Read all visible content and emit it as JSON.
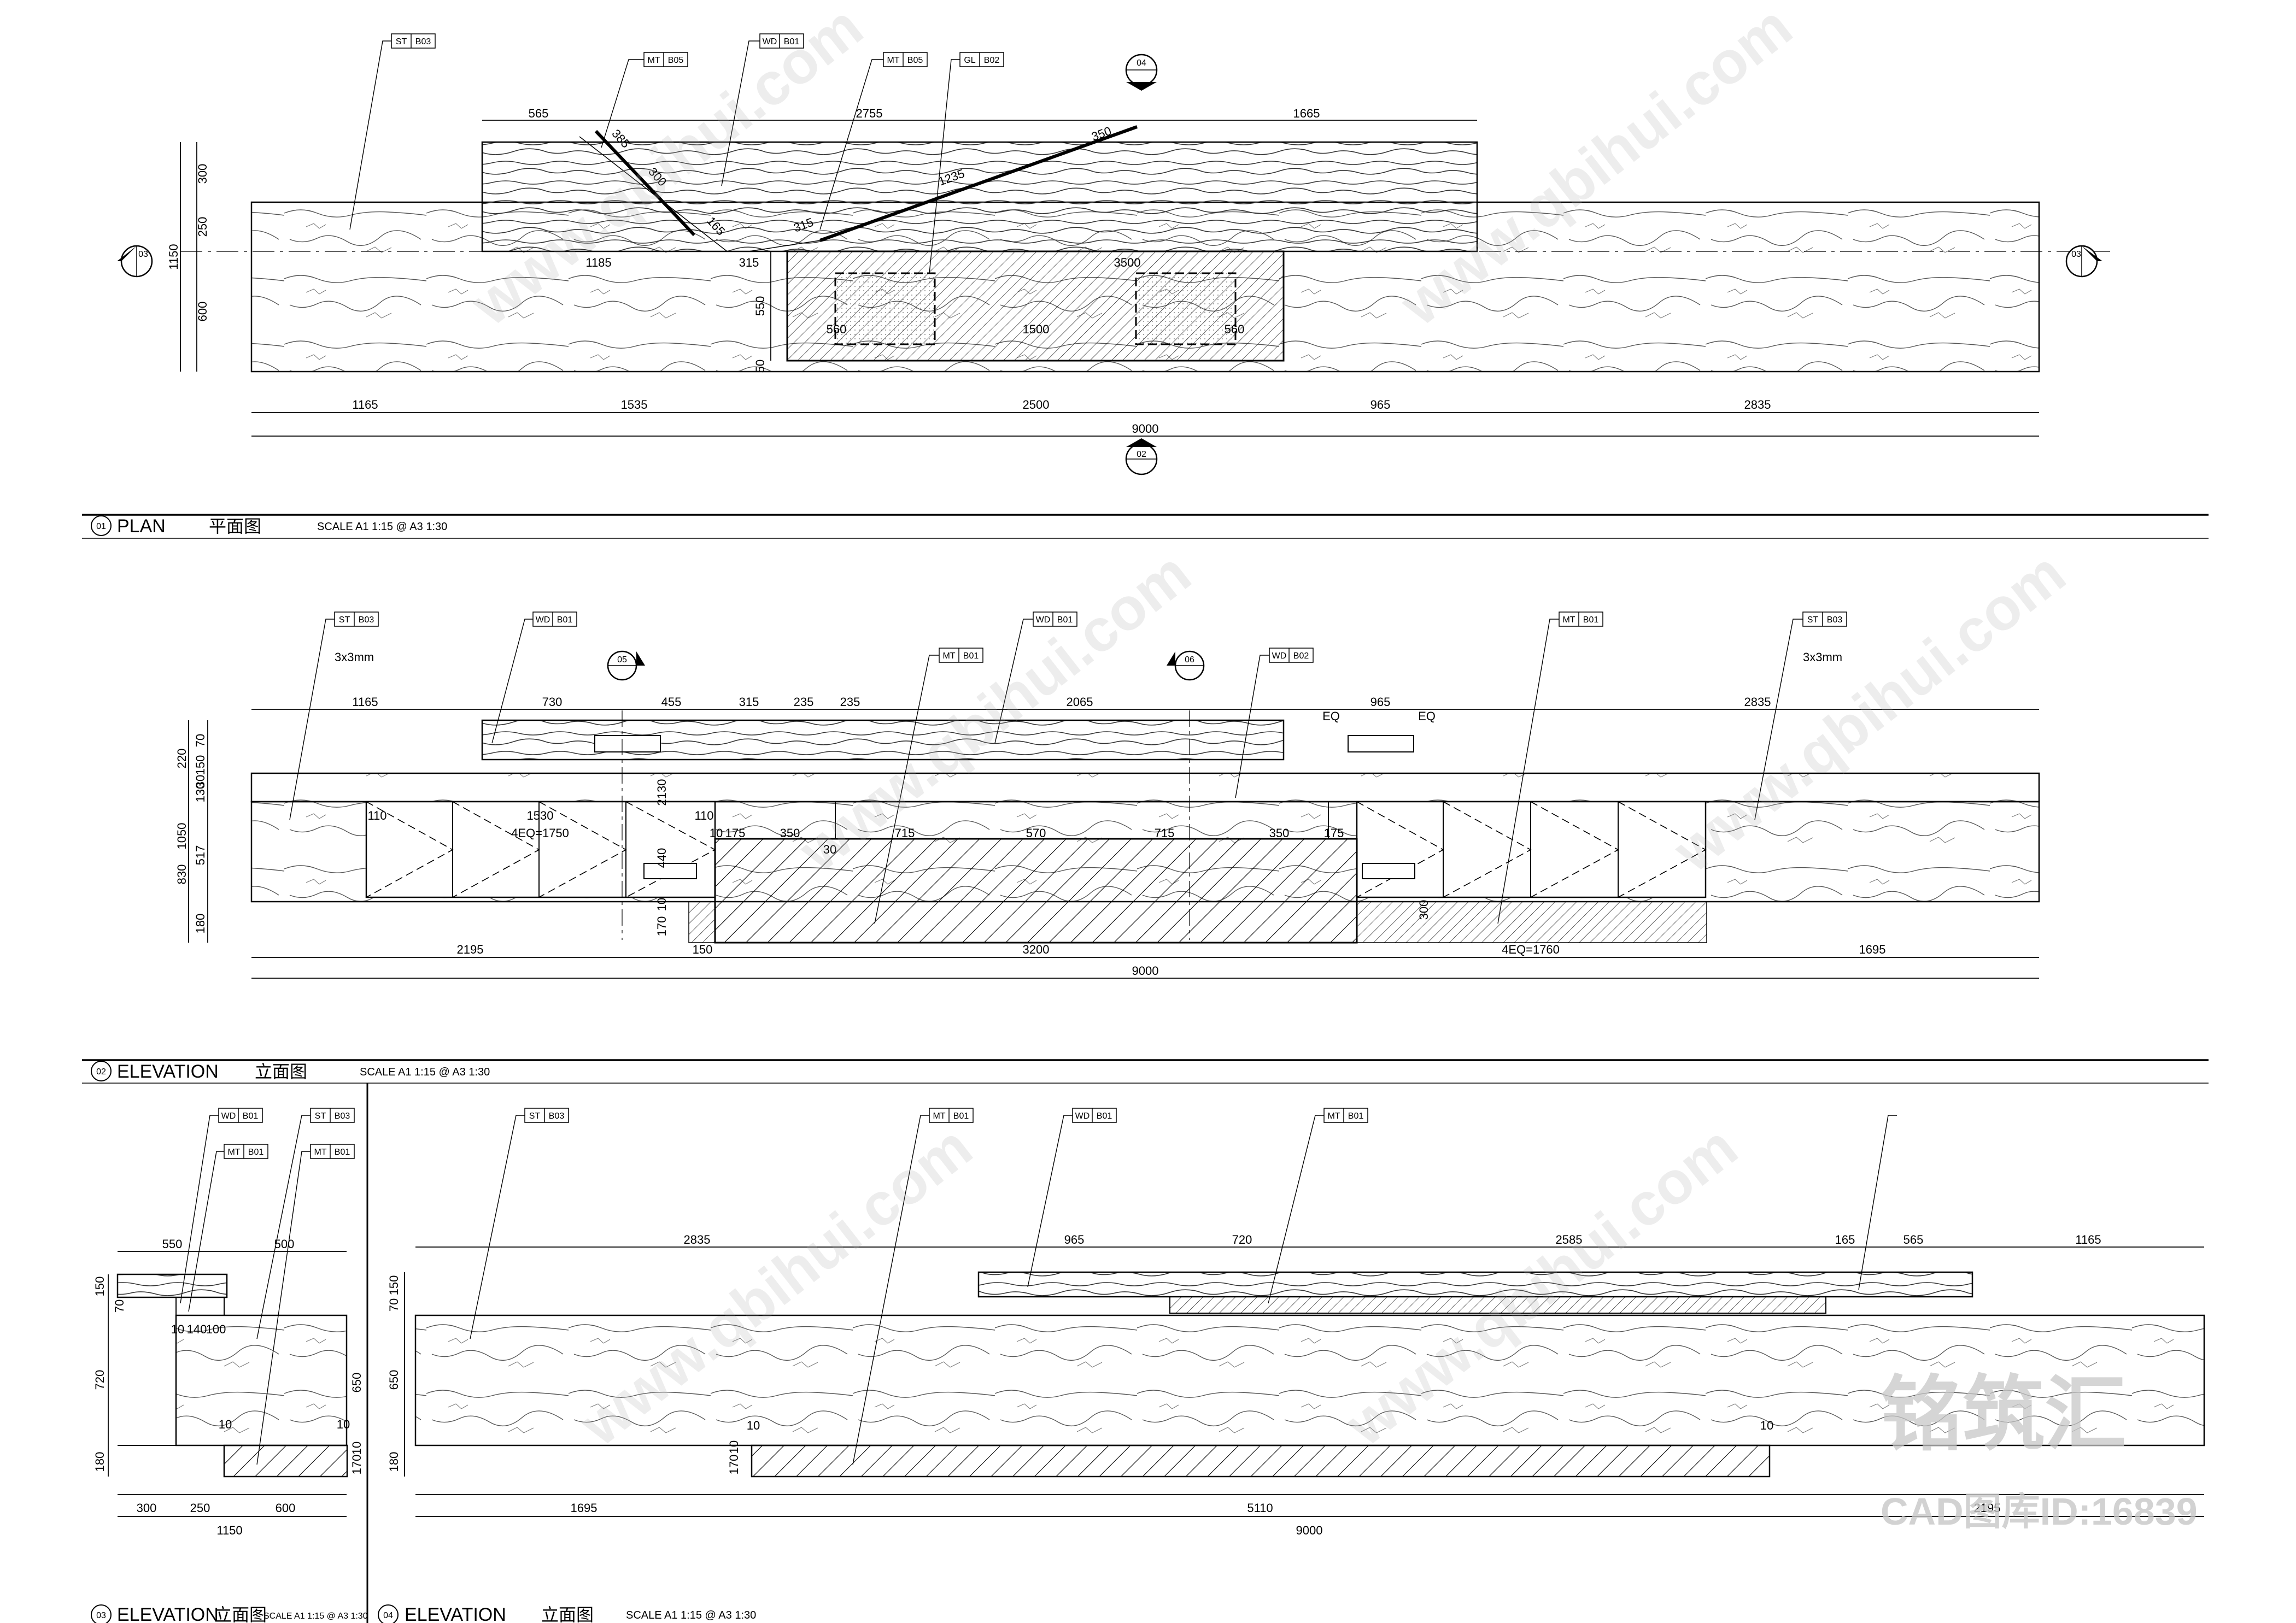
{
  "sections": [
    {
      "num": "01",
      "title": "PLAN",
      "cn": "平面图",
      "scale": "SCALE  A1 1:15 @ A3 1:30"
    },
    {
      "num": "02",
      "title": "ELEVATION",
      "cn": "立面图",
      "scale": "SCALE  A1 1:15 @ A3 1:30"
    },
    {
      "num": "03",
      "title": "ELEVATION",
      "cn": "立面图",
      "scale": "SCALE  A1 1:15 @ A3 1:30"
    },
    {
      "num": "04",
      "title": "ELEVATION",
      "cn": "立面图",
      "scale": "SCALE  A1 1:15 @ A3 1:30"
    }
  ],
  "plan": {
    "top_dims": [
      "565",
      "2755",
      "1665"
    ],
    "mid_dims": [
      "1185",
      "315",
      "3500"
    ],
    "bottom_dims": [
      "1165",
      "1535",
      "2500",
      "965",
      "2835"
    ],
    "overall": "9000",
    "left_dims": [
      "300",
      "250",
      "1150",
      "600"
    ],
    "right_dims": [
      "550",
      "50"
    ],
    "inner_dims": [
      "560",
      "1500",
      "560"
    ],
    "angle_dims": [
      "385",
      "300",
      "165",
      "315",
      "1235",
      "350"
    ],
    "tags": [
      {
        "code": "ST",
        "ref": "B03"
      },
      {
        "code": "MT",
        "ref": "B05"
      },
      {
        "code": "WD",
        "ref": "B01"
      },
      {
        "code": "MT",
        "ref": "B05"
      },
      {
        "code": "GL",
        "ref": "B02"
      }
    ],
    "markers": [
      "03",
      "04",
      "02",
      "03"
    ]
  },
  "elev_a": {
    "top_dims": [
      "1165",
      "730",
      "455",
      "315",
      "235",
      "235",
      "2065",
      "965",
      "2835"
    ],
    "eq_labels": [
      "EQ",
      "EQ"
    ],
    "left_dims": [
      "220",
      "70",
      "150",
      "30",
      "130",
      "1050",
      "830",
      "517",
      "180"
    ],
    "inner_dims": [
      "110",
      "1530",
      "4EQ=1750",
      "110",
      "10",
      "175",
      "350",
      "30",
      "715",
      "570",
      "715",
      "350",
      "175",
      "440",
      "170",
      "10",
      "300",
      "2130"
    ],
    "bottom_dims": [
      "2195",
      "150",
      "3200",
      "4EQ=1760",
      "1695"
    ],
    "overall": "9000",
    "notes": [
      "3x3mm",
      "3x3mm"
    ],
    "tags": [
      {
        "code": "ST",
        "ref": "B03"
      },
      {
        "code": "WD",
        "ref": "B01"
      },
      {
        "code": "MT",
        "ref": "B01"
      },
      {
        "code": "WD",
        "ref": "B01"
      },
      {
        "code": "WD",
        "ref": "B02"
      },
      {
        "code": "MT",
        "ref": "B01"
      },
      {
        "code": "ST",
        "ref": "B03"
      }
    ],
    "markers": [
      "05",
      "06"
    ]
  },
  "elev_b": {
    "top_dims": [
      "550",
      "500"
    ],
    "left_dims": [
      "150",
      "70",
      "720",
      "180"
    ],
    "right_dims": [
      "650",
      "170",
      "10"
    ],
    "inner_dims": [
      "10",
      "140",
      "100",
      "10",
      "10"
    ],
    "bottom_dims": [
      "300",
      "250",
      "600"
    ],
    "overall": "1150",
    "tags": [
      {
        "code": "WD",
        "ref": "B01"
      },
      {
        "code": "ST",
        "ref": "B03"
      },
      {
        "code": "MT",
        "ref": "B01"
      },
      {
        "code": "MT",
        "ref": "B01"
      }
    ]
  },
  "elev_c": {
    "top_dims": [
      "2835",
      "965",
      "720",
      "2585",
      "165",
      "565",
      "1165"
    ],
    "left_dims": [
      "70",
      "150",
      "650",
      "180"
    ],
    "inner_dims": [
      "170",
      "10",
      "10",
      "10"
    ],
    "bottom_dims": [
      "1695",
      "5110",
      "2195"
    ],
    "overall": "9000",
    "tags": [
      {
        "code": "ST",
        "ref": "B03"
      },
      {
        "code": "MT",
        "ref": "B01"
      },
      {
        "code": "WD",
        "ref": "B01"
      },
      {
        "code": "MT",
        "ref": "B01"
      }
    ]
  },
  "watermark": {
    "site": "www.qbihui.com",
    "logo": "铭筑汇",
    "code": "CAD图库ID:16839"
  }
}
